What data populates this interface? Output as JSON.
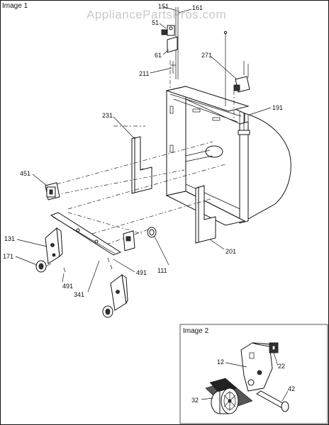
{
  "watermark": "AppliancePartsPros.com",
  "image1_title": "Image 1",
  "image2_title": "Image 2",
  "callouts": {
    "c151": "151",
    "c161": "161",
    "c51": "51",
    "c61": "61",
    "c211": "211",
    "c271": "271",
    "c191": "191",
    "c231": "231",
    "c451": "451",
    "c131": "131",
    "c171": "171",
    "c491a": "491",
    "c491b": "491",
    "c341": "341",
    "c111": "111",
    "c201": "201",
    "c12": "12",
    "c22": "22",
    "c32": "32",
    "c42": "42"
  }
}
